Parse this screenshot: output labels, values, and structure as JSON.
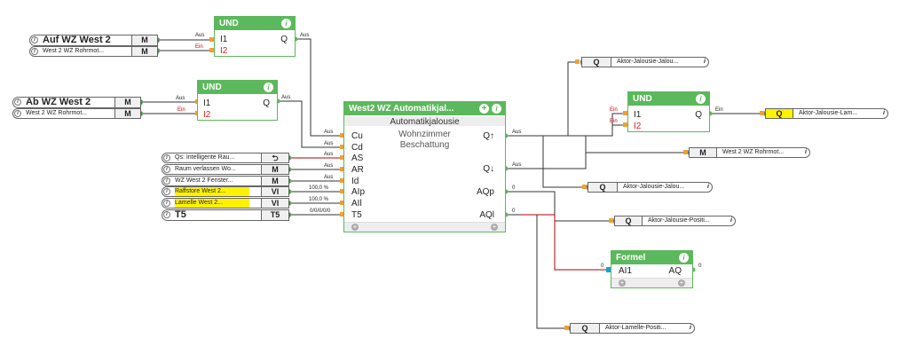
{
  "inputs": {
    "auf_wz": {
      "label": "Auf WZ West 2",
      "tag": "M"
    },
    "rohrmot1": {
      "label": "West 2 WZ Rohrmot...",
      "tag": "M"
    },
    "ab_wz": {
      "label": "Ab WZ West 2",
      "tag": "M"
    },
    "rohrmot2": {
      "label": "West 2 WZ Rohrmot...",
      "tag": "M"
    },
    "qs": {
      "label": "Qs: Intelligente Rau...",
      "tag": "⮌"
    },
    "raum": {
      "label": "Raum verlassen Wo...",
      "tag": "M"
    },
    "fenster": {
      "label": "WZ West 2 Fenster...",
      "tag": "M"
    },
    "raffstore": {
      "label": "Raffstore West 2...",
      "tag": "VI"
    },
    "lamelle": {
      "label": "Lamelle West 2...",
      "tag": "VI"
    },
    "t5": {
      "label": "T5",
      "tag": "T5"
    },
    "info_icon": "i"
  },
  "blocks": {
    "und1": {
      "title": "UND",
      "pin_i1": "I1",
      "pin_i2": "I2",
      "pin_q": "Q"
    },
    "und2": {
      "title": "UND",
      "pin_i1": "I1",
      "pin_i2": "I2",
      "pin_q": "Q"
    },
    "und3": {
      "title": "UND",
      "pin_i1": "I1",
      "pin_i2": "I2",
      "pin_q": "Q"
    },
    "main": {
      "title": "West2 WZ Automatikjal...",
      "type": "Automatikjalousie",
      "room": "Wohnzimmer",
      "category": "Beschattung",
      "inputs": [
        "Cu",
        "Cd",
        "AS",
        "AR",
        "Id",
        "AIp",
        "AIl",
        "T5"
      ],
      "outputs": {
        "qup": "Q↑",
        "qdown": "Q↓",
        "aqp": "AQp",
        "aql": "AQl"
      }
    },
    "formel": {
      "title": "Formel",
      "pin_in": "AI1",
      "pin_out": "AQ"
    }
  },
  "wire_labels": {
    "aus": "Aus",
    "ein": "Ein",
    "v100a": "100,0 %",
    "v100b": "100,0 %",
    "t5val": "0/0/0/0/0",
    "zero": "0"
  },
  "outputs": {
    "o1": {
      "tag": "Q",
      "label": "Aktor-Jalousie-Jalou..."
    },
    "o2": {
      "tag": "Q",
      "label": "Aktor-Jalousie-Lam..."
    },
    "o3": {
      "tag": "M",
      "label": "West 2 WZ Rohrmot..."
    },
    "o4": {
      "tag": "Q",
      "label": "Aktor-Jalousie-Jalou..."
    },
    "o5": {
      "tag": "Q",
      "label": "Aktor-Jalousie-Positi..."
    },
    "o6": {
      "tag": "Q",
      "label": "Aktor-Lamelle-Positi..."
    }
  },
  "colors": {
    "block_green": "#5cb85c",
    "wire": "#333333",
    "wire_red": "#b00000",
    "highlight": "#fff200",
    "pin_orange": "#f0a030"
  }
}
